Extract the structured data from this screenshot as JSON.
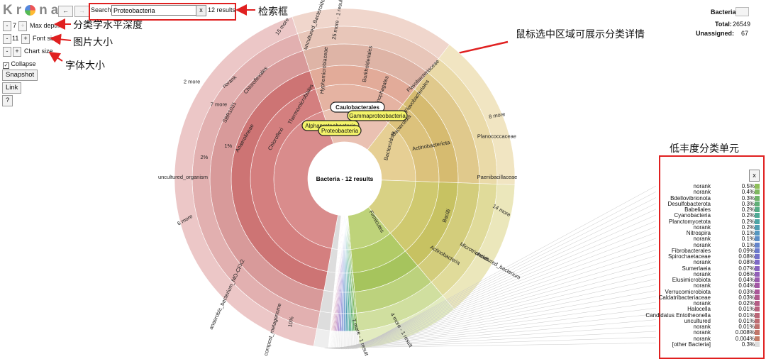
{
  "app": {
    "logo_text": "Kr",
    "logo_text2": "na"
  },
  "nav": {
    "back": "←",
    "forward": "→"
  },
  "search": {
    "label": "Search:",
    "value": "Proteobacteria",
    "clear": "x",
    "results": "12 results"
  },
  "controls": {
    "depth_minus": "-",
    "depth_value": "7",
    "depth_plus": "+",
    "depth_label": "Max depth",
    "font_minus": "-",
    "font_value": "11",
    "font_plus": "+",
    "font_label": "Font size",
    "chart_minus": "-",
    "chart_plus": "+",
    "chart_label": "Chart size",
    "collapse_label": "Collapse",
    "snapshot": "Snapshot",
    "link": "Link",
    "help": "?"
  },
  "annotations": {
    "search_box": "检索框",
    "max_depth": "分类学水平深度",
    "font_size": "图片大小",
    "chart_size": "字体大小",
    "hover": "鼠标选中区域可展示分类详情",
    "low_abundance": "低丰度分类单元"
  },
  "info": {
    "node": "Bacteria",
    "total_label": "Total:",
    "total": "26549",
    "unassigned_label": "Unassigned:",
    "unassigned": "67"
  },
  "chart": {
    "center_label": "Bacteria - 12 results",
    "highlights": [
      "Caulobacterales",
      "Alphaproteobacteria",
      "Gammaproteobacteria",
      "Proteobacteria"
    ],
    "labels": [
      "Chloroflexi",
      "Anaerolineae",
      "SBR1031",
      "norank",
      "Firmicutes",
      "Bacilli",
      "Actinobacteriota",
      "Bacteroidota",
      "Bacteroidia",
      "Planococcaceae",
      "Paenibacillaceae",
      "Microtrichales",
      "Actinobacteria",
      "uncultured_bacterium",
      "uncultured_organism",
      "2 more",
      "6 more",
      "7 more",
      "4 more - 1 result",
      "7 more - 1 result",
      "25 more - 1 result",
      "Burkholderiales",
      "uncultured_Bacteroidetes",
      "Flavobacteriaceae",
      "Hyphomicrobiaceae",
      "anaerobic_bacterium_MO-CFX2",
      "compost_metagenome",
      "Thermomicrobiales",
      "1%",
      "2%",
      "10%",
      "14 more",
      "8 more",
      "15 more",
      "Chitinophagales",
      "Flavobacteriales",
      "Chloroflexales"
    ]
  },
  "legend": {
    "close": "x",
    "items": [
      {
        "name": "norank",
        "pct": "0.5%",
        "color": "#8fbf5a"
      },
      {
        "name": "norank",
        "pct": "0.4%",
        "color": "#7fb860"
      },
      {
        "name": "Bdellovibrionota",
        "pct": "0.3%",
        "color": "#6fb46a"
      },
      {
        "name": "Desulfobacterota",
        "pct": "0.3%",
        "color": "#60b077"
      },
      {
        "name": "Babeliales",
        "pct": "0.2%",
        "color": "#55ad86"
      },
      {
        "name": "Cyanobacteria",
        "pct": "0.2%",
        "color": "#4faa96"
      },
      {
        "name": "Planctomycetota",
        "pct": "0.2%",
        "color": "#4ea6a6"
      },
      {
        "name": "norank",
        "pct": "0.2%",
        "color": "#509fb4"
      },
      {
        "name": "Nitrospira",
        "pct": "0.1%",
        "color": "#5597c0"
      },
      {
        "name": "norank",
        "pct": "0.1%",
        "color": "#5b8ec8"
      },
      {
        "name": "norank",
        "pct": "0.1%",
        "color": "#6384cc"
      },
      {
        "name": "Fibrobacterales",
        "pct": "0.09%",
        "color": "#6b7bcd"
      },
      {
        "name": "Spirochaetaceae",
        "pct": "0.08%",
        "color": "#7472cb"
      },
      {
        "name": "norank",
        "pct": "0.08%",
        "color": "#7e6ac7"
      },
      {
        "name": "Sumerlaeia",
        "pct": "0.07%",
        "color": "#8863c1"
      },
      {
        "name": "norank",
        "pct": "0.06%",
        "color": "#925eb9"
      },
      {
        "name": "Elusimicrobiota",
        "pct": "0.04%",
        "color": "#9b5aaf"
      },
      {
        "name": "norank",
        "pct": "0.04%",
        "color": "#a458a5"
      },
      {
        "name": "Verrucomicrobiota",
        "pct": "0.03%",
        "color": "#ab589a"
      },
      {
        "name": "Caldatribacteriaceae",
        "pct": "0.03%",
        "color": "#b15a8f"
      },
      {
        "name": "norank",
        "pct": "0.02%",
        "color": "#b55d86"
      },
      {
        "name": "Halocella",
        "pct": "0.01%",
        "color": "#b9617e"
      },
      {
        "name": "Candidatus Entotheonella",
        "pct": "0.01%",
        "color": "#bc6677"
      },
      {
        "name": "uncultured",
        "pct": "0.01%",
        "color": "#be6b71"
      },
      {
        "name": "norank",
        "pct": "0.01%",
        "color": "#c0716d"
      },
      {
        "name": "norank",
        "pct": "0.008%",
        "color": "#c2776a"
      },
      {
        "name": "norank",
        "pct": "0.004%",
        "color": "#c47d68"
      },
      {
        "name": "[other Bacteria]",
        "pct": "0.3%",
        "color": "#dddddd"
      }
    ]
  }
}
